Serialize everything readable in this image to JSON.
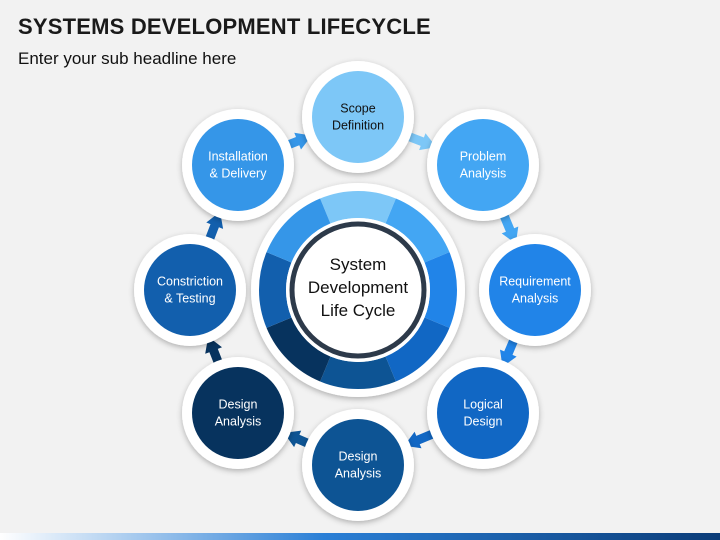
{
  "title": "SYSTEMS DEVELOPMENT LIFECYCLE",
  "subtitle": "Enter your sub headline here",
  "center": {
    "lines": [
      "System",
      "Development",
      "Life Cycle"
    ]
  },
  "stages": [
    {
      "id": "scope-definition",
      "lines": [
        "Scope",
        "Definition"
      ],
      "color": "#7dc7f7",
      "text_color": "#111111"
    },
    {
      "id": "problem-analysis",
      "lines": [
        "Problem",
        "Analysis"
      ],
      "color": "#43a6f3",
      "text_color": "#ffffff"
    },
    {
      "id": "requirement-analysis",
      "lines": [
        "Requirement",
        "Analysis"
      ],
      "color": "#2184e8",
      "text_color": "#ffffff"
    },
    {
      "id": "logical-design",
      "lines": [
        "Logical",
        "Design"
      ],
      "color": "#1167c4",
      "text_color": "#ffffff"
    },
    {
      "id": "design-analysis-bottom",
      "lines": [
        "Design",
        "Analysis"
      ],
      "color": "#0d5494",
      "text_color": "#ffffff"
    },
    {
      "id": "design-analysis-left",
      "lines": [
        "Design",
        "Analysis"
      ],
      "color": "#07335e",
      "text_color": "#ffffff"
    },
    {
      "id": "constriction-testing",
      "lines": [
        "Constriction",
        "& Testing"
      ],
      "color": "#125fad",
      "text_color": "#ffffff"
    },
    {
      "id": "installation-delivery",
      "lines": [
        "Installation",
        "& Delivery"
      ],
      "color": "#3596e8",
      "text_color": "#ffffff"
    }
  ],
  "ring_colors": [
    "#7dc7f7",
    "#43a6f3",
    "#2184e8",
    "#1167c4",
    "#0d5494",
    "#07335e",
    "#125fad",
    "#3596e8"
  ],
  "colors": {
    "background": "#f2f2f2",
    "hub_border": "#2d3a4a",
    "footer_gradient": [
      "#ffffff",
      "#2a7fd6",
      "#0b3c78"
    ]
  }
}
